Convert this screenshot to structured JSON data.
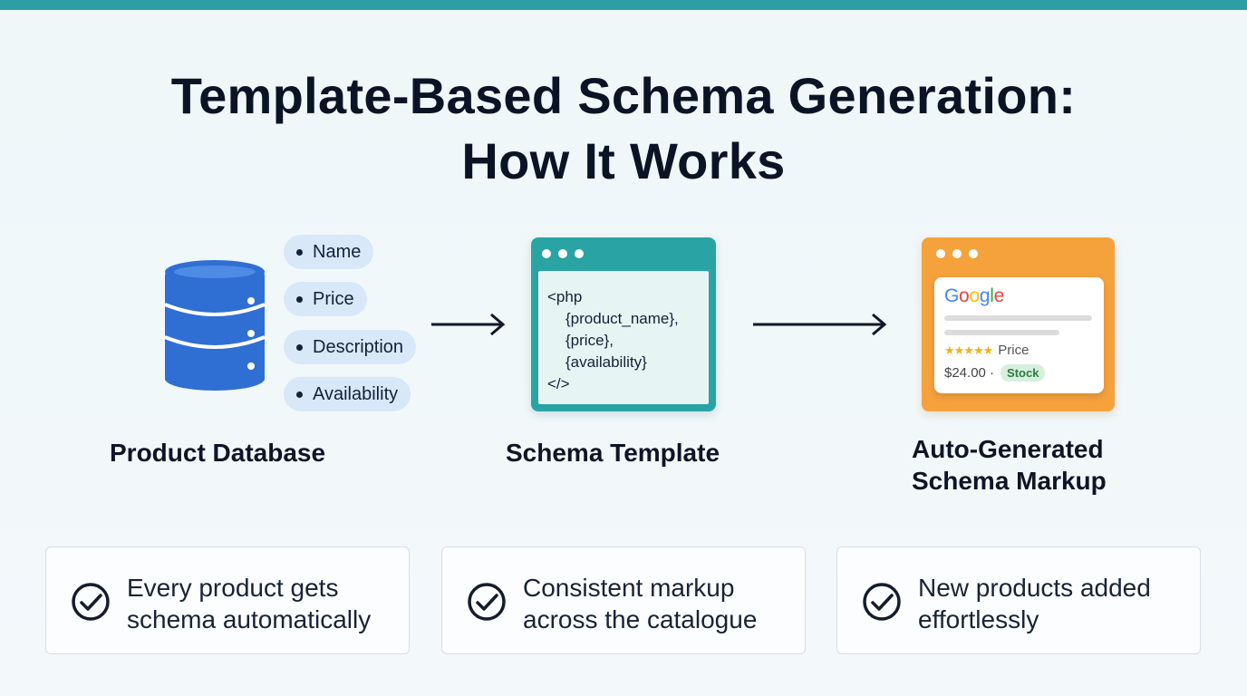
{
  "title": {
    "line1": "Template-Based Schema Generation:",
    "line2": "How It Works"
  },
  "database": {
    "label": "Product Database",
    "fields": [
      "Name",
      "Price",
      "Description",
      "Availability"
    ]
  },
  "template": {
    "label": "Schema Template",
    "code": [
      "<php",
      "{product_name},",
      "{price},",
      "{availability}",
      "</>"
    ]
  },
  "result": {
    "label_line1": "Auto-Generated",
    "label_line2": "Schema Markup",
    "search_engine": "Google",
    "rating_label": "Price",
    "price": "$24.00 ·",
    "stock": "Stock"
  },
  "benefits": [
    {
      "line1": "Every product gets",
      "line2": "schema automatically"
    },
    {
      "line1": "Consistent markup",
      "line2": "across the catalogue"
    },
    {
      "line1": "New products added",
      "line2": "effortlessly"
    }
  ],
  "colors": {
    "top_bar": "#2d9ea6",
    "database": "#2f6fd3",
    "template_window": "#2aa3a4",
    "result_window": "#f5a23d",
    "pill": "#d8e8f8"
  },
  "icons": [
    "database-icon",
    "arrow-right-icon",
    "window-dots-icon",
    "star-icon",
    "check-circle-icon"
  ]
}
